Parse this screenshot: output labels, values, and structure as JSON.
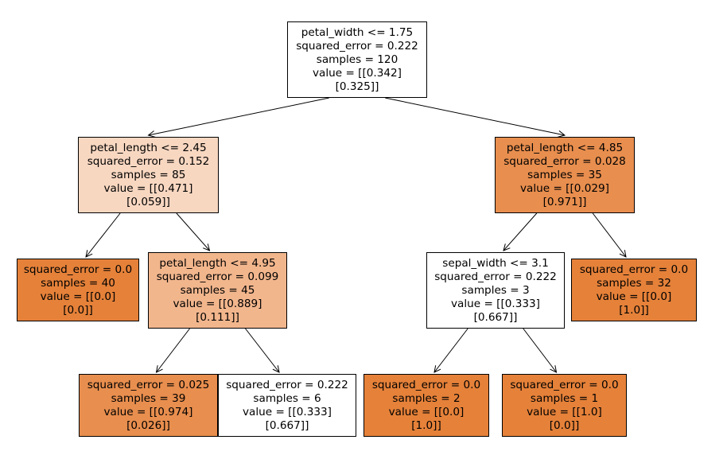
{
  "tree": {
    "title": "Decision tree regressor (iris)",
    "nodes": [
      {
        "id": "n0",
        "lines": [
          "petal_width <= 1.75",
          "squared_error = 0.222",
          "samples = 120",
          "value = [[0.342]",
          "[0.325]]"
        ],
        "fill": "#ffffff",
        "children": [
          "n1",
          "n6"
        ]
      },
      {
        "id": "n1",
        "lines": [
          "petal_length <= 2.45",
          "squared_error = 0.152",
          "samples = 85",
          "value = [[0.471]",
          "[0.059]]"
        ],
        "fill": "#f8d7c1",
        "children": [
          "n2",
          "n3"
        ]
      },
      {
        "id": "n2",
        "lines": [
          "squared_error = 0.0",
          "samples = 40",
          "value = [[0.0]",
          "[0.0]]"
        ],
        "fill": "#e58139",
        "children": []
      },
      {
        "id": "n3",
        "lines": [
          "petal_length <= 4.95",
          "squared_error = 0.099",
          "samples = 45",
          "value = [[0.889]",
          "[0.111]]"
        ],
        "fill": "#f2b68d",
        "children": [
          "n4",
          "n5"
        ]
      },
      {
        "id": "n4",
        "lines": [
          "squared_error = 0.025",
          "samples = 39",
          "value = [[0.974]",
          "[0.026]]"
        ],
        "fill": "#e88e4e",
        "children": []
      },
      {
        "id": "n5",
        "lines": [
          "squared_error = 0.222",
          "samples = 6",
          "value = [[0.333]",
          "[0.667]]"
        ],
        "fill": "#ffffff",
        "children": []
      },
      {
        "id": "n6",
        "lines": [
          "petal_length <= 4.85",
          "squared_error = 0.028",
          "samples = 35",
          "value = [[0.029]",
          "[0.971]]"
        ],
        "fill": "#e88e4e",
        "children": [
          "n7",
          "n10"
        ]
      },
      {
        "id": "n7",
        "lines": [
          "sepal_width <= 3.1",
          "squared_error = 0.222",
          "samples = 3",
          "value = [[0.333]",
          "[0.667]]"
        ],
        "fill": "#ffffff",
        "children": [
          "n8",
          "n9"
        ]
      },
      {
        "id": "n8",
        "lines": [
          "squared_error = 0.0",
          "samples = 2",
          "value = [[0.0]",
          "[1.0]]"
        ],
        "fill": "#e58139",
        "children": []
      },
      {
        "id": "n9",
        "lines": [
          "squared_error = 0.0",
          "samples = 1",
          "value = [[1.0]",
          "[0.0]]"
        ],
        "fill": "#e58139",
        "children": []
      },
      {
        "id": "n10",
        "lines": [
          "squared_error = 0.0",
          "samples = 32",
          "value = [[0.0]",
          "[1.0]]"
        ],
        "fill": "#e58139",
        "children": []
      }
    ]
  }
}
